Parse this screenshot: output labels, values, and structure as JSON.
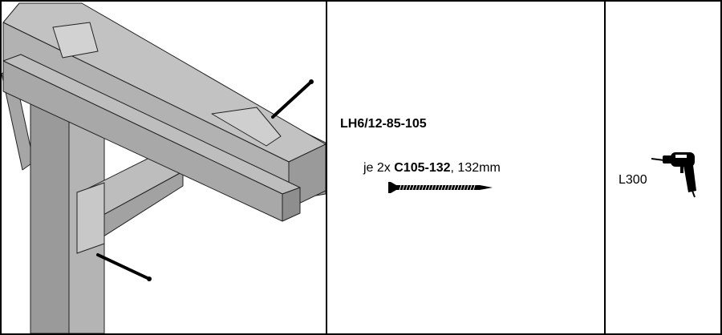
{
  "page": {
    "colors": {
      "wood_face": "#b3b3b3",
      "wood_side": "#989898",
      "wood_top": "#c3c3c3",
      "outline": "#222222",
      "line": "#000000"
    }
  },
  "hardware": {
    "part_code": "LH6/12-85-105",
    "screw_prefix": "je 2x ",
    "screw_code": "C105-132",
    "screw_suffix": ", 132mm",
    "screw_icon": "screw-icon"
  },
  "tool": {
    "label": "L300",
    "icon": "drill-icon"
  }
}
